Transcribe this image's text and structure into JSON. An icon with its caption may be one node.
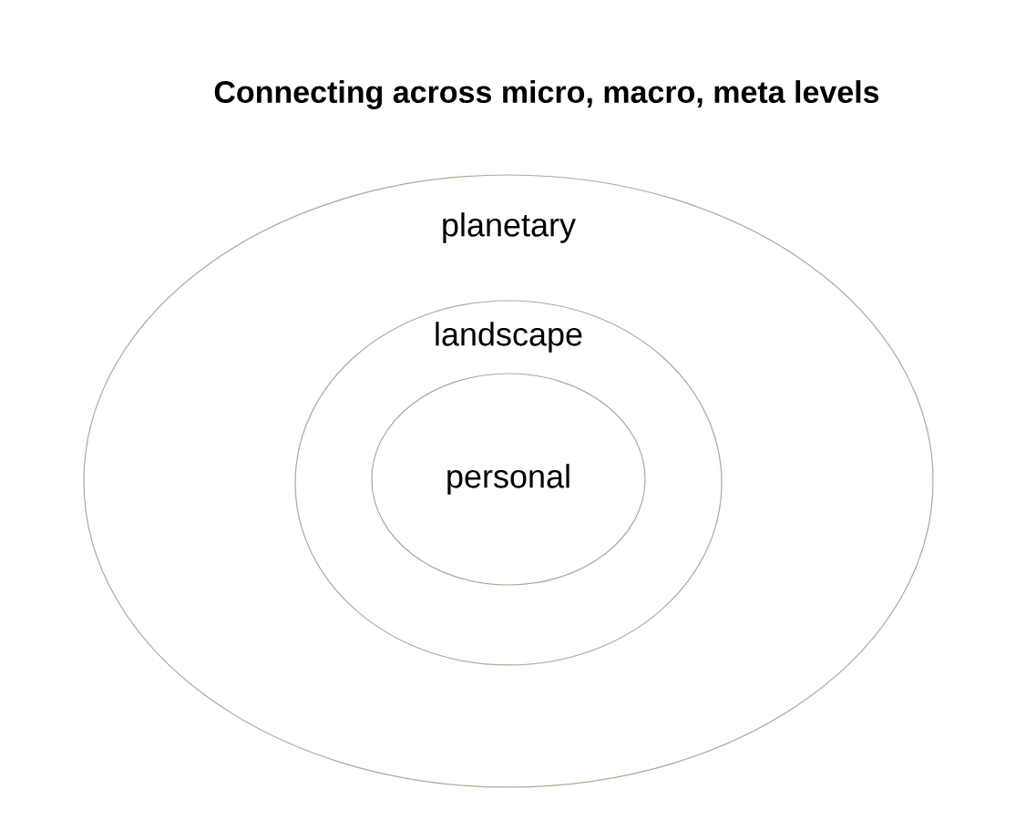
{
  "diagram": {
    "title": "Connecting across micro, macro, meta levels",
    "nodes": [
      {
        "text": [
          "planetary"
        ]
      },
      {
        "text": [
          "landscape"
        ],
        "in": 0
      },
      {
        "text": [
          "personal"
        ],
        "in": 1
      }
    ]
  }
}
